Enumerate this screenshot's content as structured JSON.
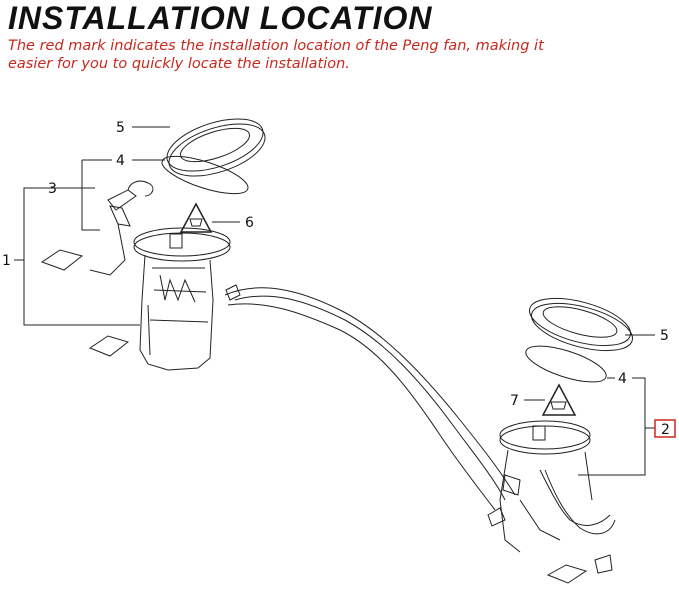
{
  "header": {
    "title": "INSTALLATION LOCATION",
    "subtitle_line1": "The red mark indicates the installation location of the Peng fan, making it",
    "subtitle_line2": "easier for you to quickly locate the installation."
  },
  "callouts": {
    "c1": "1",
    "c3": "3",
    "c4_left": "4",
    "c5_left": "5",
    "c6": "6",
    "c5_right": "5",
    "c4_right": "4",
    "c7": "7",
    "c2_highlighted": "2"
  },
  "colors": {
    "title": "#111111",
    "subtitle": "#c8281e",
    "highlight_box": "#c8281e",
    "line_art": "#222222"
  }
}
